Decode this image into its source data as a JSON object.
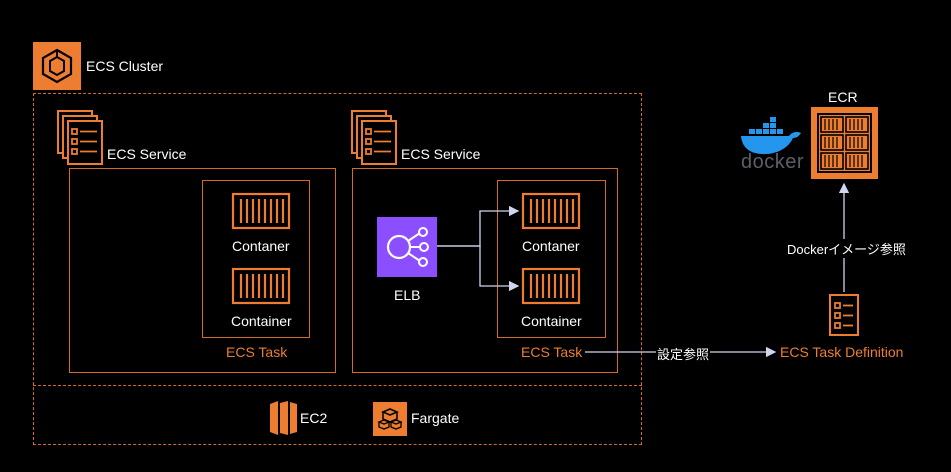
{
  "cluster": {
    "label": "ECS Cluster"
  },
  "services": [
    {
      "label": "ECS Service",
      "task_label": "ECS Task",
      "containers": [
        "Contaner",
        "Container"
      ]
    },
    {
      "label": "ECS Service",
      "task_label": "ECS Task",
      "containers": [
        "Contaner",
        "Container"
      ],
      "elb_label": "ELB"
    }
  ],
  "capacity": {
    "ec2_label": "EC2",
    "fargate_label": "Fargate"
  },
  "registry": {
    "ecr_label": "ECR",
    "docker_logo": "docker"
  },
  "task_definition": {
    "label": "ECS Task Definition"
  },
  "edges": {
    "config_ref": "設定参照",
    "image_ref": "Dockerイメージ参照"
  },
  "colors": {
    "aws_orange": "#ed7d31",
    "border": "#d46a28",
    "elb_purple": "#8c4fff",
    "docker_blue": "#2496ed"
  }
}
